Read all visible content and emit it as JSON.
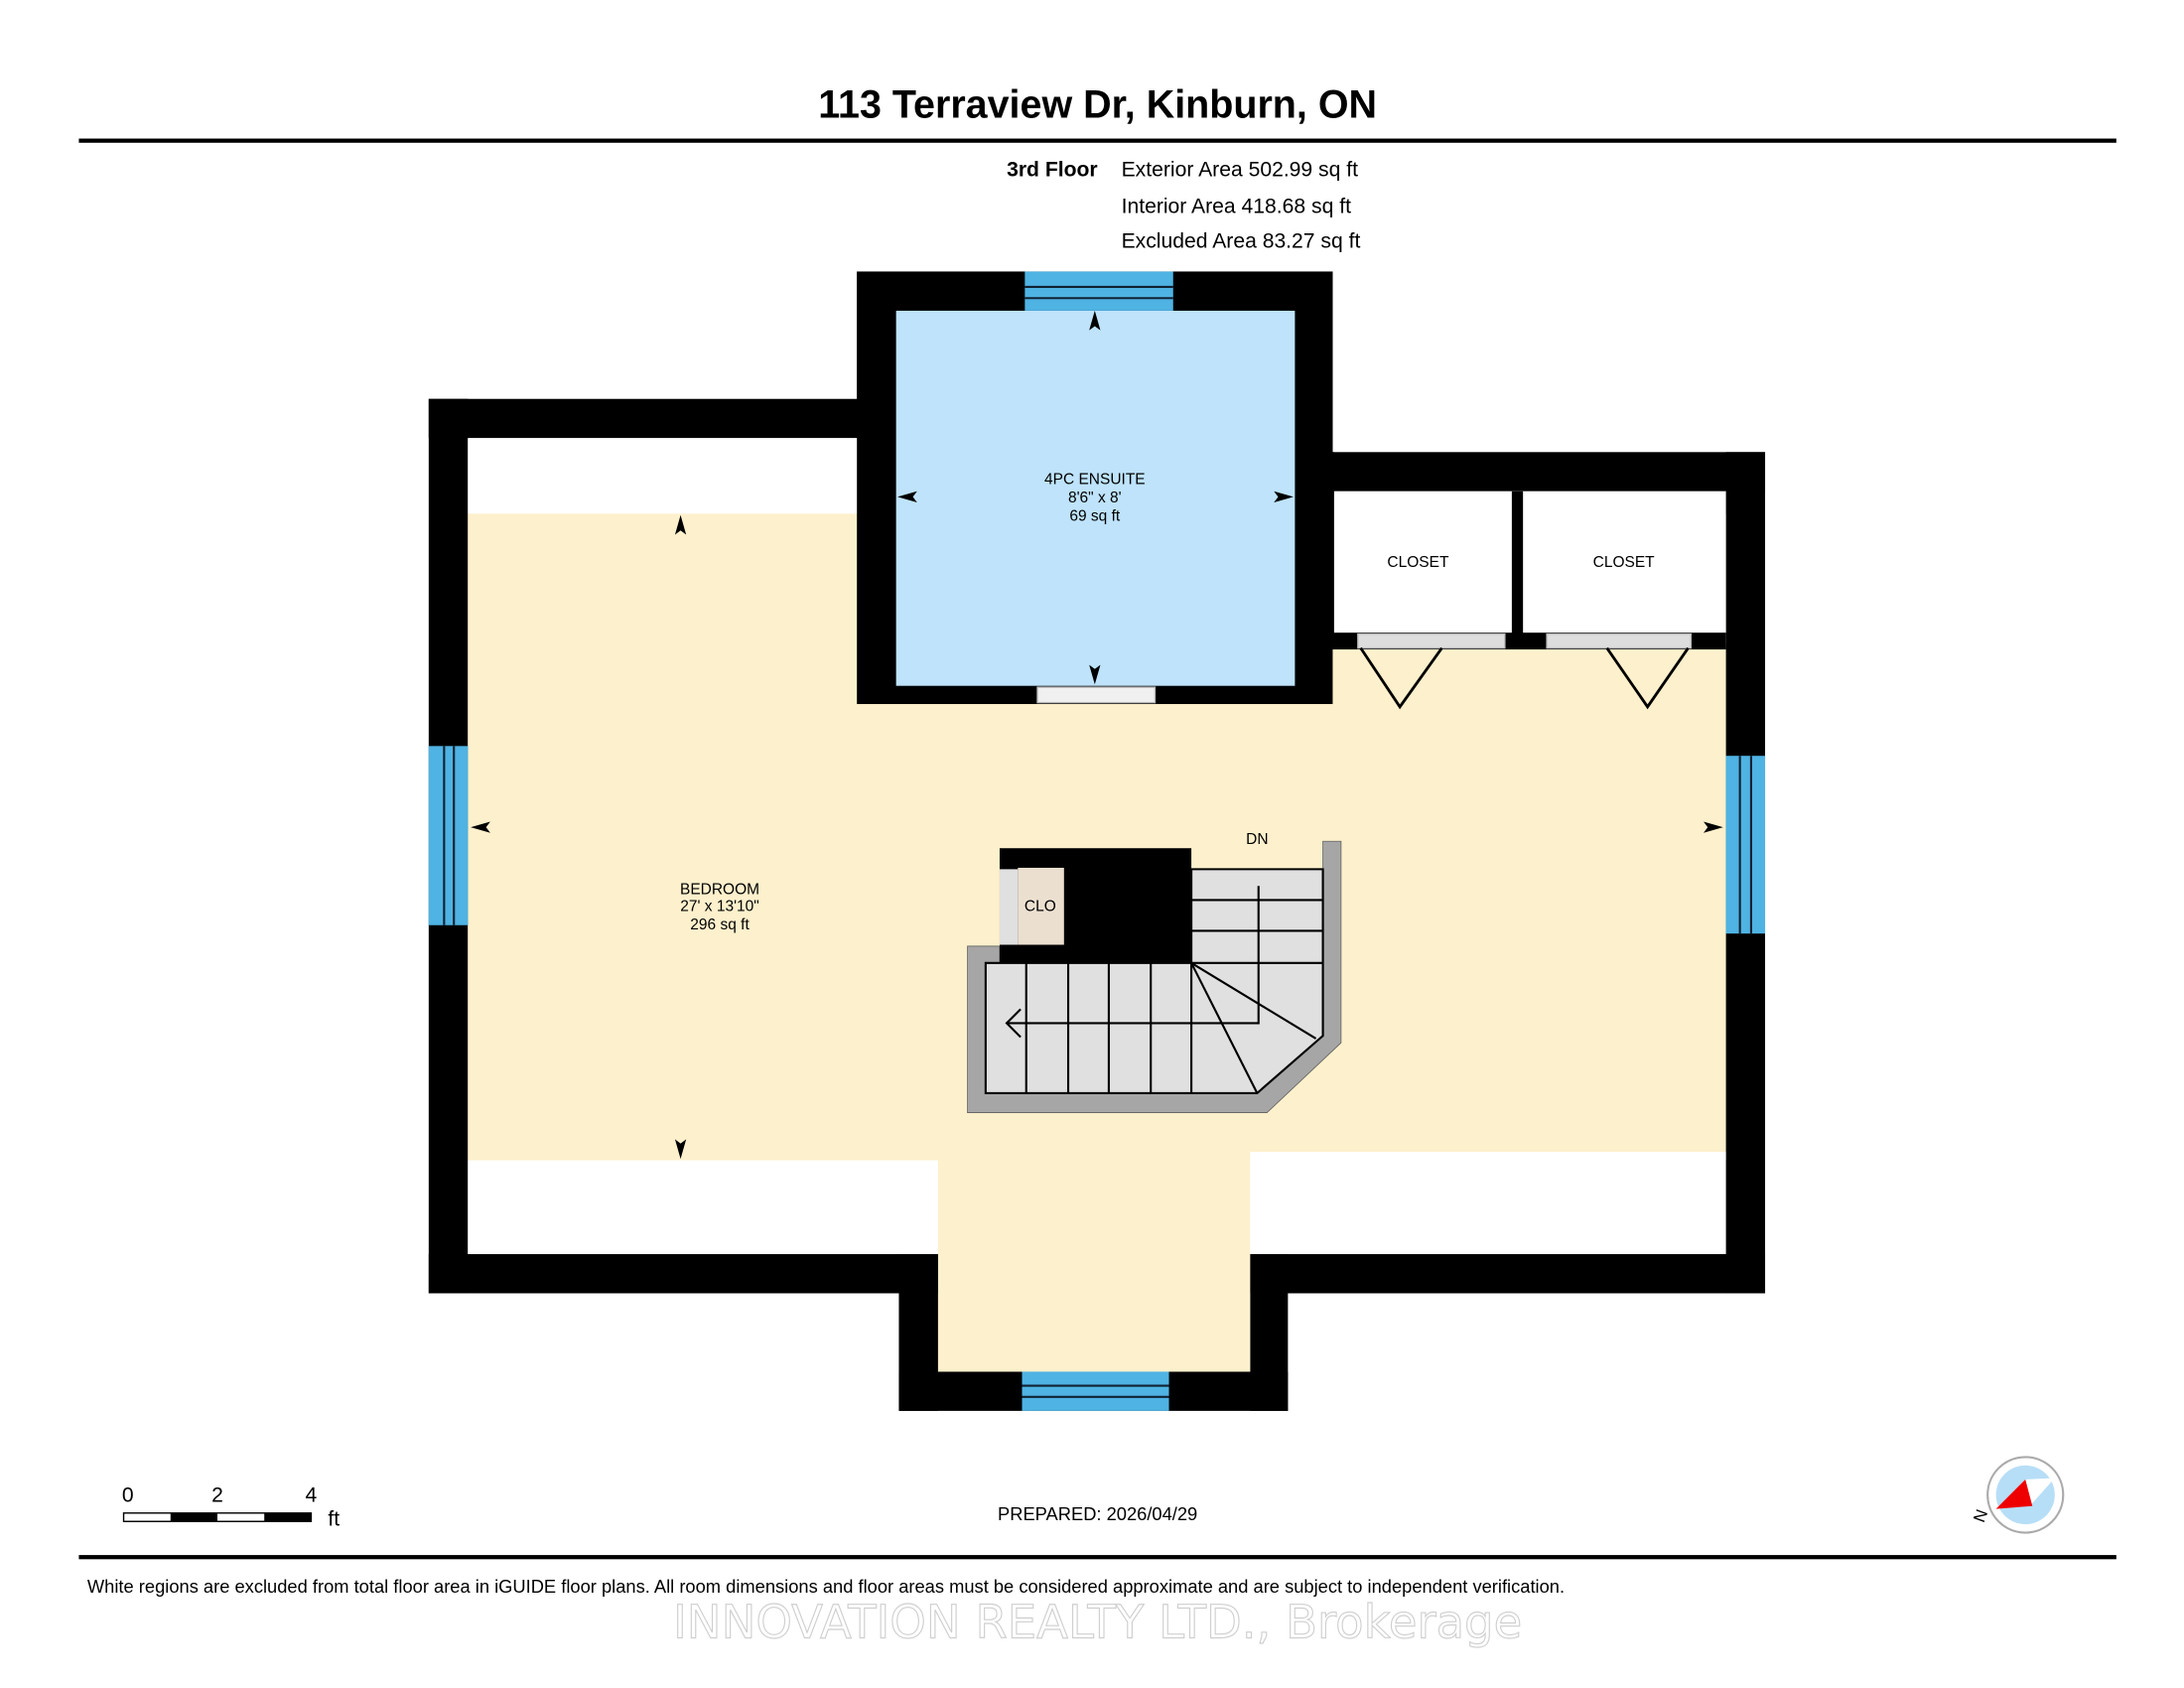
{
  "header": {
    "title": "113 Terraview Dr, Kinburn, ON",
    "floor": "3rd Floor",
    "exterior_area": "Exterior Area 502.99 sq ft",
    "interior_area": "Interior Area 418.68 sq ft",
    "excluded_area": "Excluded Area 83.27 sq ft"
  },
  "rooms": {
    "ensuite": {
      "name": "4PC ENSUITE",
      "dims": "8'6\" x 8'",
      "area": "69 sq ft"
    },
    "bedroom": {
      "name": "BEDROOM",
      "dims": "27' x 13'10\"",
      "area": "296 sq ft"
    },
    "closet1": "CLOSET",
    "closet2": "CLOSET",
    "clo": "CLO",
    "stairs": "DN"
  },
  "scale": {
    "t0": "0",
    "t2": "2",
    "t4": "4",
    "unit": "ft"
  },
  "compass": {
    "label": "N"
  },
  "prepared": "PREPARED: 2026/04/29",
  "footer": {
    "disclaimer": "White regions are excluded from total floor area in iGUIDE floor plans. All room dimensions and floor areas must be considered approximate and are subject to independent verification.",
    "watermark": "INNOVATION REALTY LTD., Brokerage"
  },
  "colors": {
    "wall": "#000000",
    "floor": "#fdf0cc",
    "ensuite": "#bee3fb",
    "window": "#4fb3e3",
    "stair": "#e0e0e0",
    "rail": "#a6a6a6"
  }
}
